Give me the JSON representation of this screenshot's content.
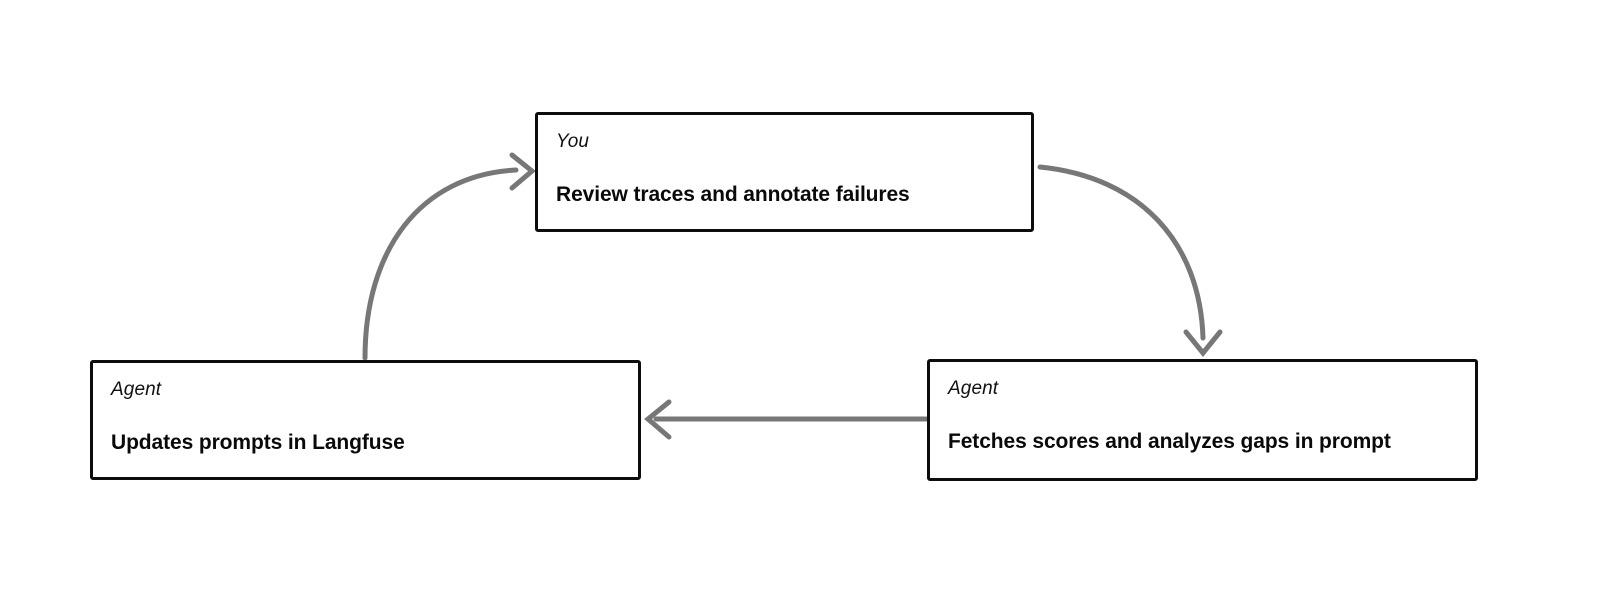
{
  "diagram": {
    "type": "cycle-flow",
    "background_color": "#ffffff",
    "node_border_color": "#0d0d0d",
    "edge_color": "#777777",
    "nodes": [
      {
        "id": "you",
        "role": "You",
        "title": "Review traces and annotate failures"
      },
      {
        "id": "update",
        "role": "Agent",
        "title": "Updates prompts in Langfuse"
      },
      {
        "id": "fetch",
        "role": "Agent",
        "title": "Fetches scores and analyzes gaps in prompt"
      }
    ],
    "edges": [
      {
        "id": "update-to-you",
        "from": "update",
        "to": "you",
        "style": "curved",
        "direction": "up-right"
      },
      {
        "id": "you-to-fetch",
        "from": "you",
        "to": "fetch",
        "style": "curved",
        "direction": "down-right"
      },
      {
        "id": "fetch-to-update",
        "from": "fetch",
        "to": "update",
        "style": "straight",
        "direction": "left"
      }
    ]
  }
}
